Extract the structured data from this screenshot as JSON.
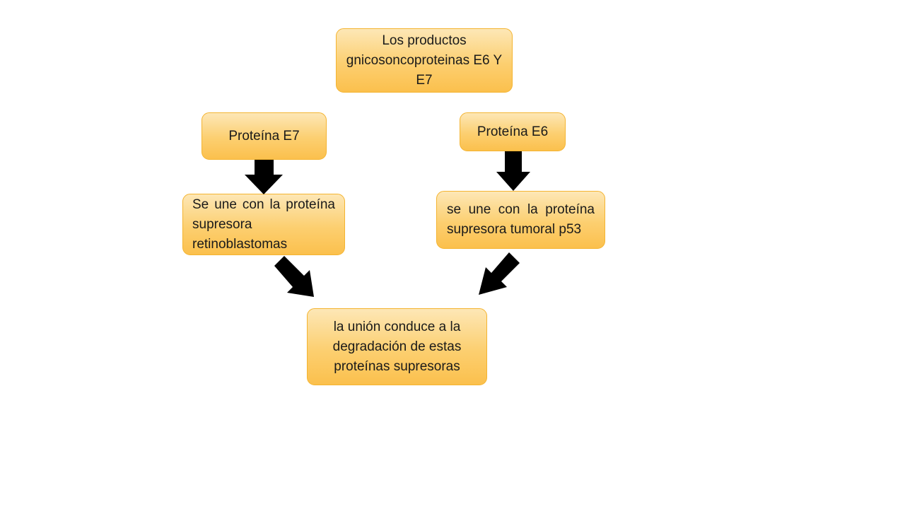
{
  "diagram": {
    "root": {
      "text": "Los productos gnicosoncoproteinas E6 Y E7"
    },
    "left_protein": {
      "text": "Proteína E7"
    },
    "right_protein": {
      "text": "Proteína E6"
    },
    "left_effect": {
      "text": "Se une con la proteína supresora retinoblastomas"
    },
    "right_effect": {
      "text": " se une con la proteína supresora tumoral p53"
    },
    "outcome": {
      "text": "la unión conduce a la degradación de estas proteínas supresoras"
    }
  },
  "colors": {
    "box_fill_top": "#fde7b6",
    "box_fill_bottom": "#fbc04d",
    "box_border": "#f4b431",
    "arrow": "#000000",
    "text": "#1a1a1a"
  }
}
